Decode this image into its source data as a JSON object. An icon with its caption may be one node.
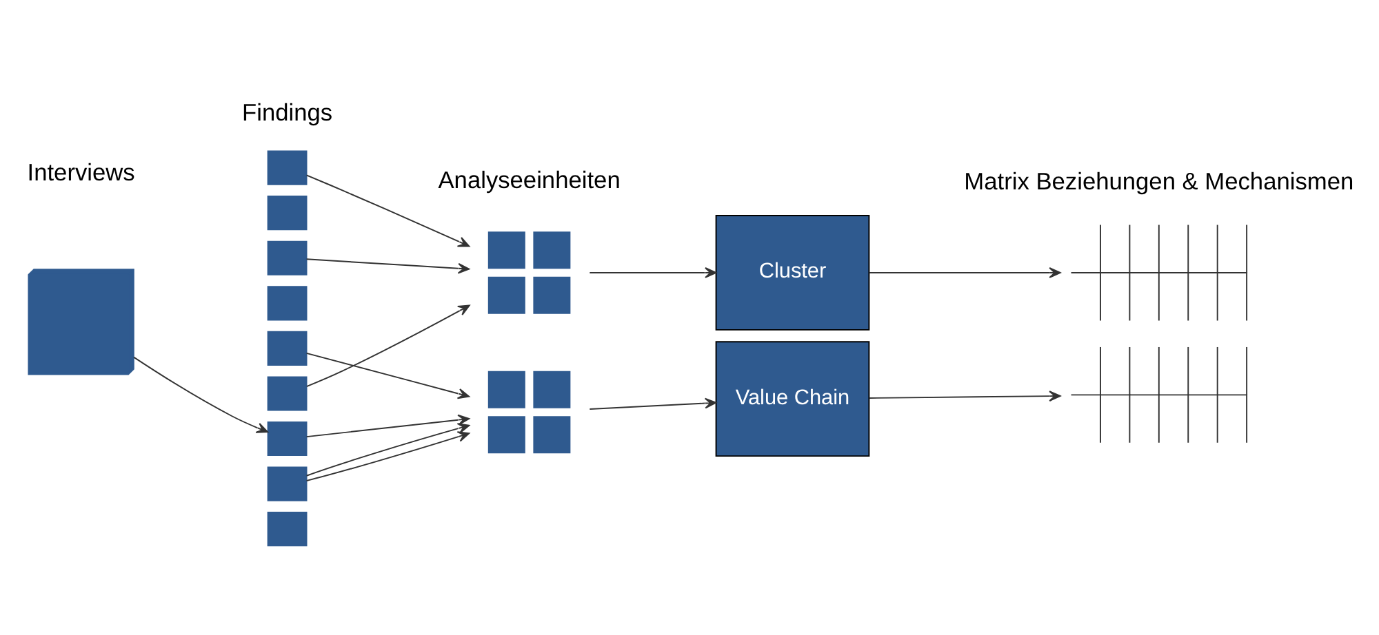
{
  "diagram": {
    "nodes": [
      {
        "text": [],
        "shape": "box"
      },
      {
        "text": [],
        "shape": "box"
      },
      {
        "text": [],
        "shape": "box"
      },
      {
        "text": [],
        "shape": "box"
      },
      {
        "text": [],
        "shape": "box"
      },
      {
        "text": [],
        "shape": "box"
      },
      {
        "text": [],
        "shape": "box"
      },
      {
        "text": [],
        "shape": "box"
      },
      {
        "text": [],
        "shape": "box"
      },
      {
        "text": [],
        "shape": "box"
      },
      {
        "text": [],
        "shape": "box"
      },
      {
        "text": [],
        "shape": "box"
      },
      {
        "text": [
          "Cluster"
        ]
      },
      {
        "text": [
          "Value Chain"
        ]
      },
      {
        "text": [],
        "shape": "grid"
      },
      {
        "text": [],
        "shape": "grid"
      }
    ],
    "edges": [
      {
        "from": 0,
        "to": 7,
        "arrow": "to"
      },
      {
        "from": 1,
        "to": 10,
        "arrow": "to"
      },
      {
        "from": 3,
        "to": 10,
        "arrow": "to"
      },
      {
        "from": 6,
        "to": 10,
        "arrow": "to"
      },
      {
        "from": 5,
        "to": 11,
        "arrow": "to"
      },
      {
        "from": 7,
        "to": 11,
        "arrow": "to"
      },
      {
        "from": 8,
        "to": 11,
        "arrow": "to"
      },
      {
        "from": 8,
        "to": 11,
        "arrow": "to"
      },
      {
        "from": 10,
        "to": 12,
        "arrow": "to"
      },
      {
        "from": 11,
        "to": 13,
        "arrow": "to"
      },
      {
        "from": 12,
        "to": 14,
        "arrow": "to"
      },
      {
        "from": 13,
        "to": 15,
        "arrow": "to"
      }
    ],
    "labels": [
      "Interviews",
      "Findings",
      "Analyseeinheiten",
      "Matrix Beziehungen & Mechanismen"
    ]
  }
}
